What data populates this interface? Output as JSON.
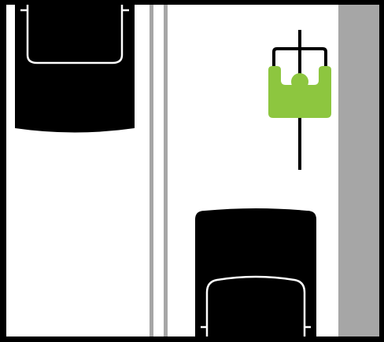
{
  "colors": {
    "frame": "#000000",
    "road": "#ffffff",
    "lane_divider": "#a6a6a6",
    "sidewalk": "#a6a6a6",
    "vehicle": "#000000",
    "vehicle_outline": "#ffffff",
    "cyclist": "#8dc63f",
    "bicycle": "#000000"
  },
  "elements": {
    "car_upper_left": {
      "icon": "car-top-view-icon",
      "heading": "down"
    },
    "car_lower_right": {
      "icon": "car-top-view-icon",
      "heading": "up"
    },
    "cyclist": {
      "icon": "cyclist-top-view-icon",
      "heading": "up"
    },
    "lane_divider": {
      "style": "double-line"
    },
    "sidewalk": {
      "side": "right"
    }
  }
}
